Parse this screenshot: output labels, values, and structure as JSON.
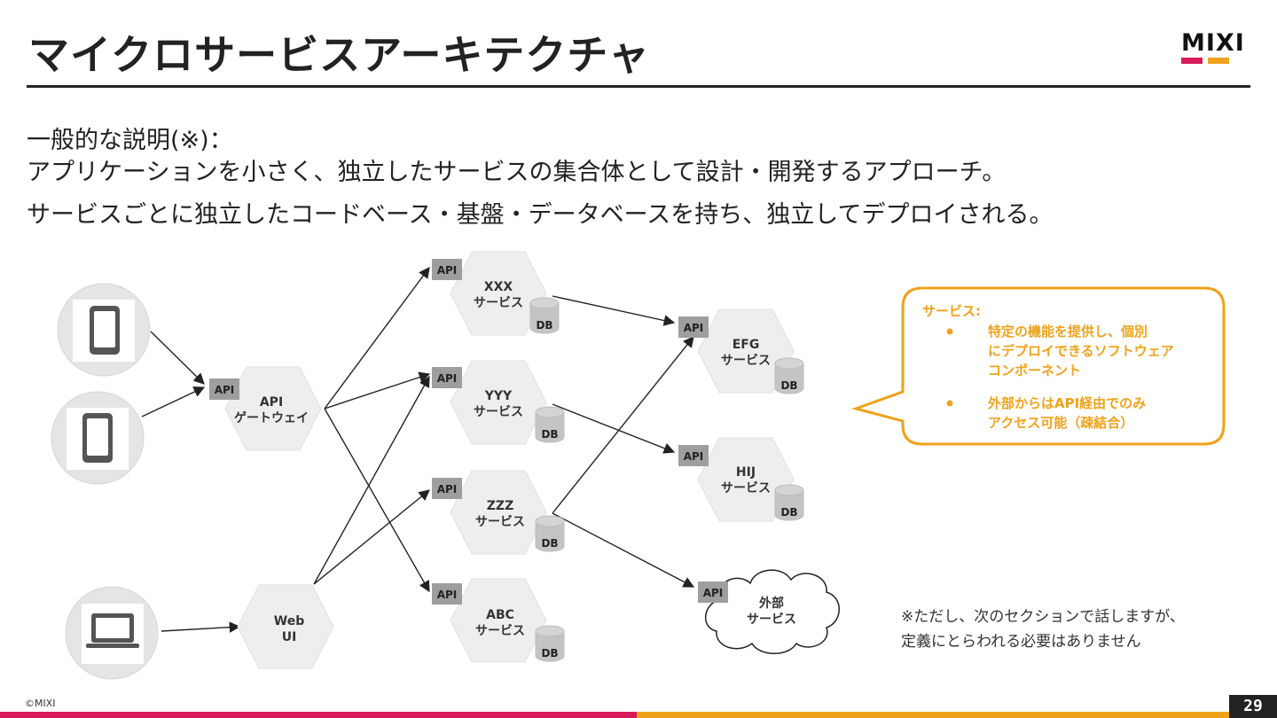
{
  "header": {
    "title": "マイクロサービスアーキテクチャ",
    "logo_text": "MIXI",
    "logo_colors": [
      "#d81b5a",
      "#f0a21a"
    ]
  },
  "description": {
    "line1": "一般的な説明(※)：",
    "line2": "アプリケーションを小さく、独立したサービスの集合体として設計・開発するアプローチ。",
    "line3": "サービスごとに独立したコードベース・基盤・データベースを持ち、独立してデプロイされる。"
  },
  "diagram": {
    "clients": [
      {
        "id": "tablet-1",
        "icon": "tablet-icon"
      },
      {
        "id": "tablet-2",
        "icon": "tablet-icon"
      },
      {
        "id": "laptop",
        "icon": "laptop-icon"
      }
    ],
    "api_label": "API",
    "db_label": "DB",
    "gateway": {
      "line1": "API",
      "line2": "ゲートウェイ"
    },
    "web_ui": {
      "line1": "Web",
      "line2": "UI"
    },
    "services": [
      {
        "id": "xxx",
        "line1": "XXX",
        "line2": "サービス"
      },
      {
        "id": "yyy",
        "line1": "YYY",
        "line2": "サービス"
      },
      {
        "id": "zzz",
        "line1": "ZZZ",
        "line2": "サービス"
      },
      {
        "id": "abc",
        "line1": "ABC",
        "line2": "サービス"
      },
      {
        "id": "efg",
        "line1": "EFG",
        "line2": "サービス"
      },
      {
        "id": "hij",
        "line1": "HIJ",
        "line2": "サービス"
      }
    ],
    "external": {
      "line1": "外部",
      "line2": "サービス"
    },
    "callout": {
      "title": "サービス:",
      "bullet1_line1": "特定の機能を提供し、個別",
      "bullet1_line2": "にデプロイできるソフトウェア",
      "bullet1_line3": "コンポーネント",
      "bullet2_line1": "外部からはAPI経由でのみ",
      "bullet2_line2": "アクセス可能（疎結合）",
      "color": "#f0a21a"
    },
    "note": {
      "line1": "※ただし、次のセクションで話しますが、",
      "line2": "定義にとらわれる必要はありません"
    }
  },
  "footer": {
    "copyright": "©MIXI",
    "page_number": "29"
  }
}
